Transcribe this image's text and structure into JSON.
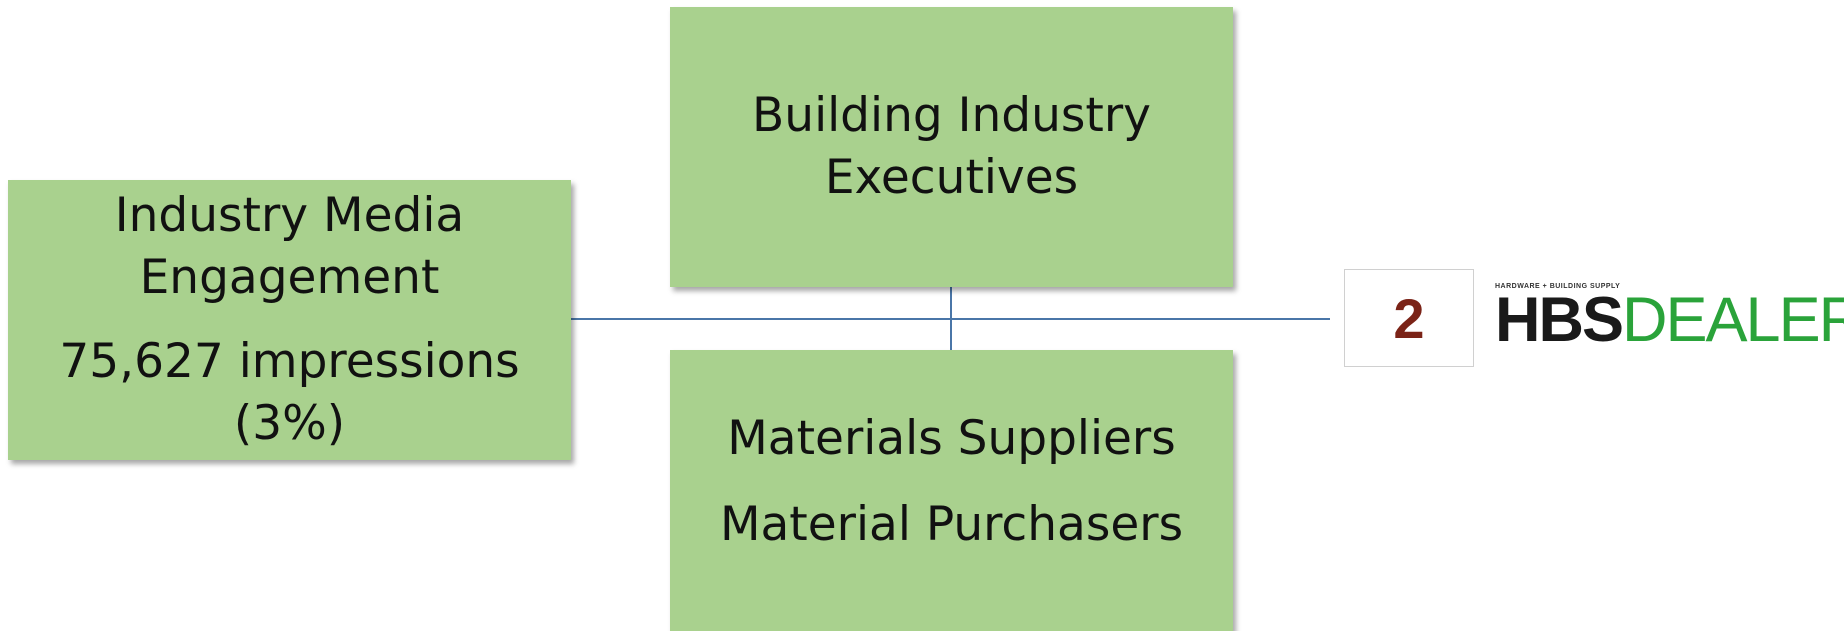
{
  "nodes": {
    "left": {
      "line1": "Industry Media",
      "line2": "Engagement",
      "stat": "75,627 impressions (3%)"
    },
    "top": {
      "line1": "Building Industry",
      "line2": "Executives"
    },
    "bottom": {
      "line1": "Materials Suppliers",
      "line2": "Material Purchasers"
    }
  },
  "rank": {
    "value": "2"
  },
  "logo": {
    "tagline": "HARDWARE + BUILDING SUPPLY",
    "brand_bold": "HBS",
    "brand_regular": "DEALER"
  },
  "colors": {
    "box_fill": "#a9d18e",
    "connector": "#4a76a8",
    "rank_text": "#7b2317",
    "logo_dark": "#1a1a1a",
    "logo_green": "#2aa33a"
  }
}
